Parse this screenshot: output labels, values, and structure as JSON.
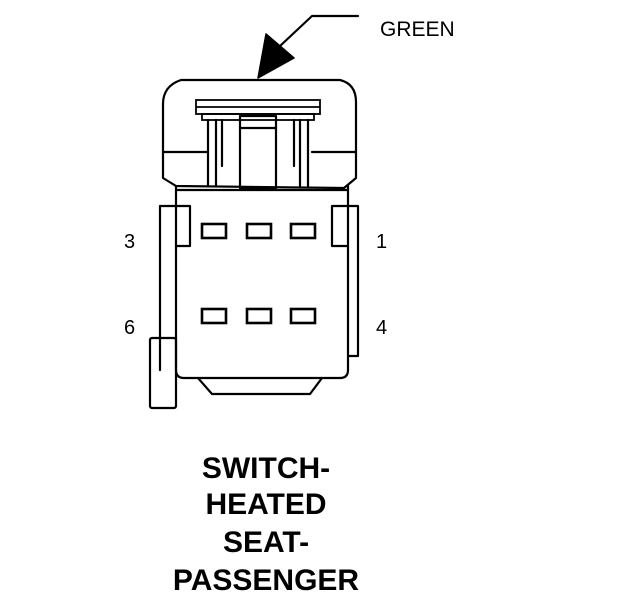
{
  "diagram": {
    "callout": "GREEN",
    "pins": {
      "top_left": "3",
      "top_right": "1",
      "bottom_left": "6",
      "bottom_right": "4"
    },
    "title_lines": [
      "SWITCH-",
      "HEATED",
      "SEAT-",
      "PASSENGER"
    ],
    "cavity_rows": 2,
    "cavities_per_row": 3
  }
}
